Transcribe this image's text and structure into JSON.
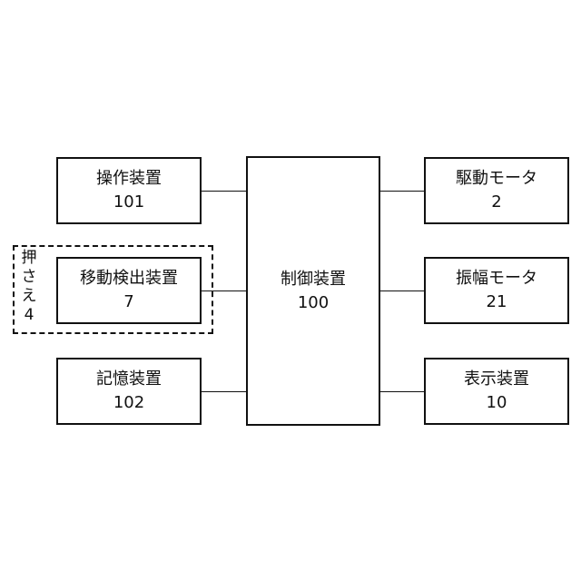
{
  "diagram": {
    "controller": {
      "title": "制御装置",
      "number": "100"
    },
    "left_blocks": [
      {
        "title": "操作装置",
        "number": "101"
      },
      {
        "title": "移動検出装置",
        "number": "7"
      },
      {
        "title": "記憶装置",
        "number": "102"
      }
    ],
    "right_blocks": [
      {
        "title": "駆動モータ",
        "number": "2"
      },
      {
        "title": "振幅モータ",
        "number": "21"
      },
      {
        "title": "表示装置",
        "number": "10"
      }
    ],
    "press_group": {
      "chars": [
        "押",
        "さ",
        "え"
      ],
      "number": "4"
    }
  }
}
